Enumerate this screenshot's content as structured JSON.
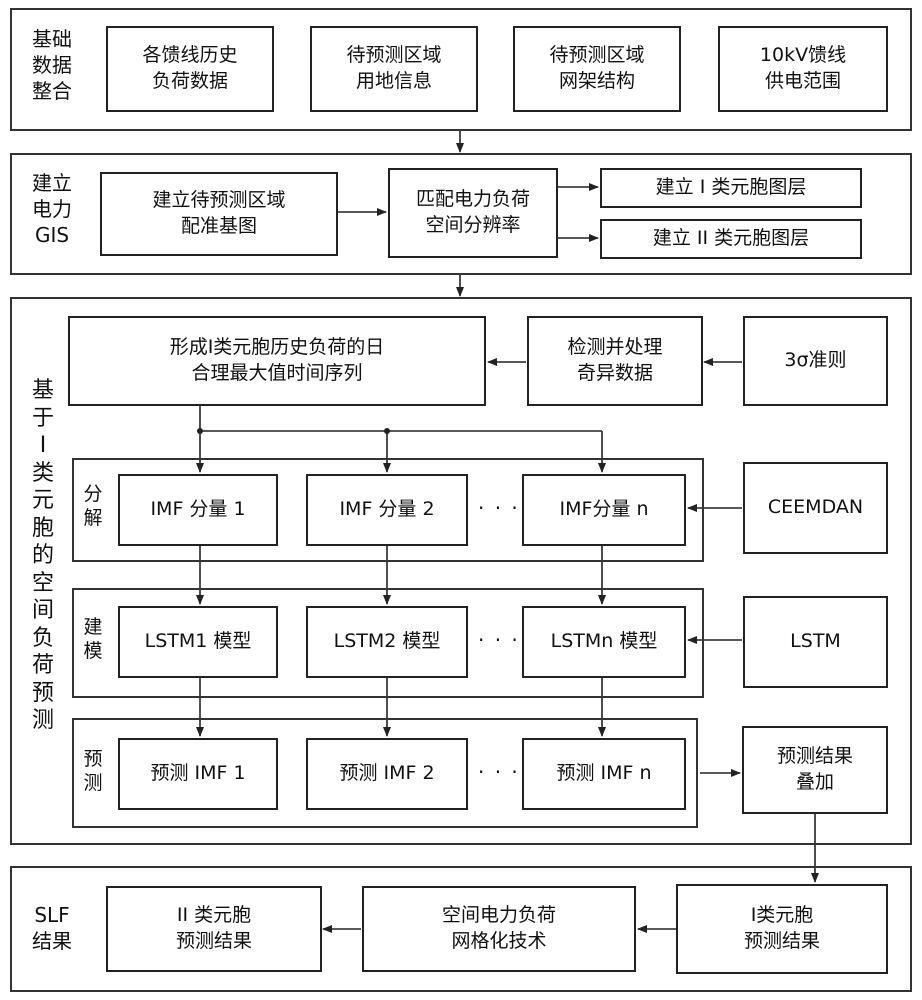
{
  "section1": {
    "label": "基础\n数据\n整合",
    "boxes": [
      "各馈线历史\n负荷数据",
      "待预测区域\n用地信息",
      "待预测区域\n网架结构",
      "10kV馈线\n供电范围"
    ]
  },
  "section2": {
    "label": "建立\n电力\nGIS",
    "base_map": "建立待预测区域\n配准基图",
    "match": "匹配电力负荷\n空间分辨率",
    "layer1": "建立 I 类元胞图层",
    "layer2": "建立 II 类元胞图层"
  },
  "section3": {
    "label": "基\n于\nI\n类\n元\n胞\n的\n空\n间\n负\n荷\n预\n测",
    "series": "形成I类元胞历史负荷的日\n合理最大值时间序列",
    "detect": "检测并处理\n奇异数据",
    "sigma": "3σ准则",
    "decomp_label": "分\n解",
    "imf": [
      "IMF 分量 1",
      "IMF 分量 2",
      "IMF分量 n"
    ],
    "ceemdan": "CEEMDAN",
    "model_label": "建\n模",
    "lstm_models": [
      "LSTM1 模型",
      "LSTM2 模型",
      "LSTMn 模型"
    ],
    "lstm": "LSTM",
    "pred_label": "预\n测",
    "pred": [
      "预测 IMF 1",
      "预测 IMF 2",
      "预测 IMF n"
    ],
    "sum": "预测结果\n叠加",
    "ellipsis": "· · ·"
  },
  "section4": {
    "label": "SLF\n结果",
    "class2": "II 类元胞\n预测结果",
    "grid": "空间电力负荷\n网格化技术",
    "class1": "I类元胞\n预测结果"
  }
}
